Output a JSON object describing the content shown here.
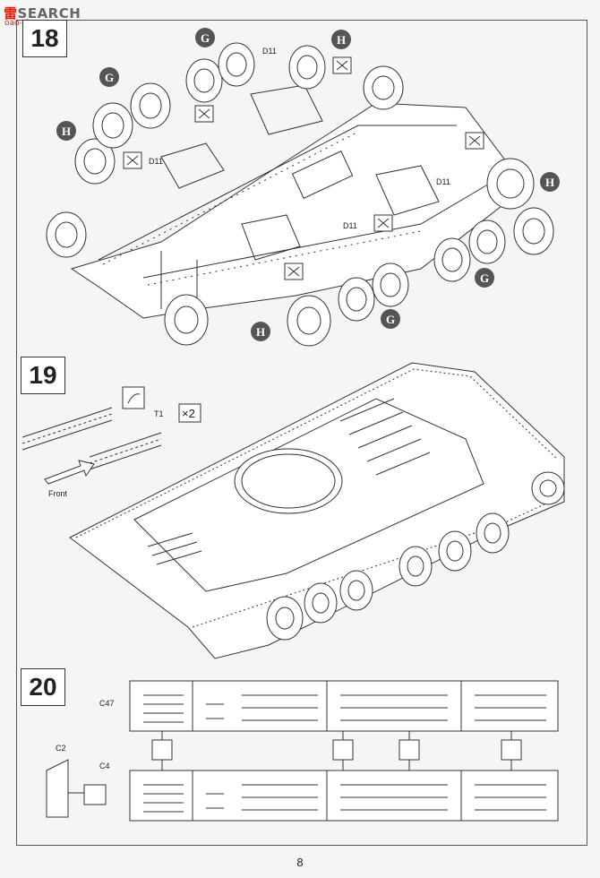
{
  "watermark": {
    "text_cn": "雷",
    "text": "SEARCH",
    "url": "oao-shop.com"
  },
  "steps": [
    {
      "number": "18"
    },
    {
      "number": "19"
    },
    {
      "number": "20"
    }
  ],
  "step18": {
    "labels": {
      "d11": "D11",
      "g": "G",
      "h": "H"
    }
  },
  "step19": {
    "t1": "T1",
    "qty": "×2",
    "front": "Front"
  },
  "step20": {
    "c47": "C47",
    "c2": "C2",
    "c4": "C4"
  },
  "page_number": "8"
}
